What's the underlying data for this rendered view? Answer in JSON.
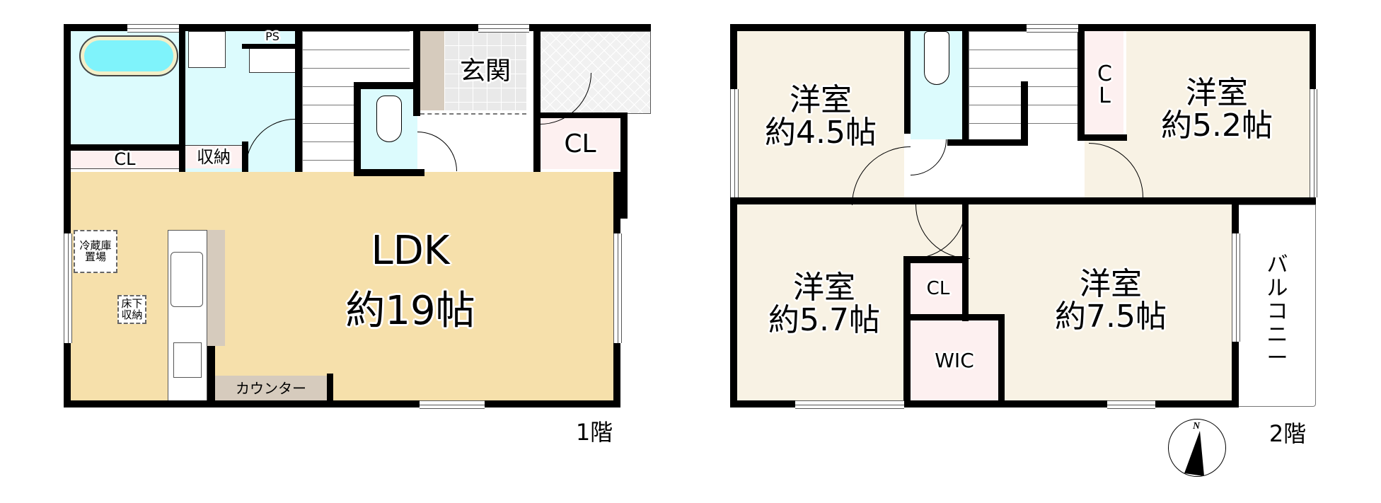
{
  "floor1": {
    "caption": "1階",
    "rooms": {
      "ldk": {
        "name": "LDK",
        "size": "約19帖"
      },
      "genkan": {
        "name": "玄関"
      },
      "cl_entry": {
        "name": "CL"
      },
      "cl_bath": {
        "name": "CL"
      },
      "storage": {
        "name": "収納"
      },
      "ps": {
        "name": "PS"
      },
      "fridge": {
        "name": "冷蔵庫\n置場"
      },
      "underfloor": {
        "name": "床下\n収納"
      },
      "counter": {
        "name": "カウンター"
      }
    }
  },
  "floor2": {
    "caption": "2階",
    "rooms": {
      "room_a": {
        "name": "洋室",
        "size": "約4.5帖"
      },
      "room_b": {
        "name": "洋室",
        "size": "約5.2帖"
      },
      "room_c": {
        "name": "洋室",
        "size": "約5.7帖"
      },
      "room_d": {
        "name": "洋室",
        "size": "約7.5帖"
      },
      "cl_b": {
        "name": "C\nL"
      },
      "cl_c": {
        "name": "CL"
      },
      "wic": {
        "name": "WIC"
      },
      "balcony": {
        "name": "バ\nル\nコ\nニ\nー"
      }
    }
  },
  "compass": {
    "label": "N"
  },
  "colors": {
    "ldk": "#f6e0ab",
    "room": "#f8f2e4",
    "wet": "#dcfbfd",
    "closet": "#fdf0f0",
    "wall": "#000000"
  }
}
